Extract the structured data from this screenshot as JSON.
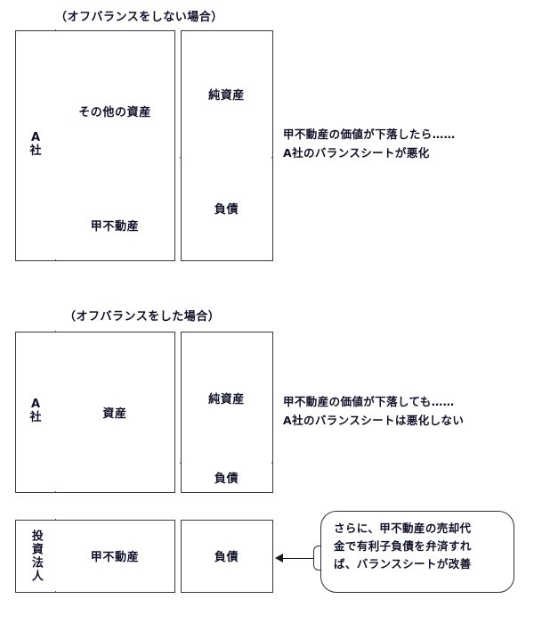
{
  "document": {
    "language": "ja",
    "background_color": "#ffffff",
    "line_color": "#3a3a3a",
    "text_color": "#11112a"
  },
  "diagram_on_balance": {
    "title": "（オフバランスをしない場合）",
    "entity_label": {
      "line1": "A",
      "line2": "社"
    },
    "asset_cells": [
      {
        "label": "その他の資産"
      },
      {
        "label": "甲不動産"
      }
    ],
    "liability_cells": [
      {
        "label": "純資産"
      },
      {
        "label": "負債"
      }
    ],
    "note": {
      "line1": "甲不動産の価値が下落したら……",
      "line2": "A社のバランスシートが悪化"
    }
  },
  "diagram_off_balance": {
    "title": "（オフバランスをした場合）",
    "entity_label": {
      "line1": "A",
      "line2": "社"
    },
    "asset_cells": [
      {
        "label": "資産"
      }
    ],
    "liability_cells": [
      {
        "label": "純資産"
      },
      {
        "label": "負債"
      }
    ],
    "note": {
      "line1": "甲不動産の価値が下落しても……",
      "line2": "A社のバランスシートは悪化しない"
    }
  },
  "spv_row": {
    "entity_label": "投資法人",
    "asset_cell": {
      "label": "甲不動産"
    },
    "liability_cell": {
      "label": "負債"
    },
    "callout": {
      "line1": "さらに、甲不動産の売却代",
      "line2": "金で有利子負債を弁済すれ",
      "line3": "ば、バランスシートが改善"
    }
  }
}
